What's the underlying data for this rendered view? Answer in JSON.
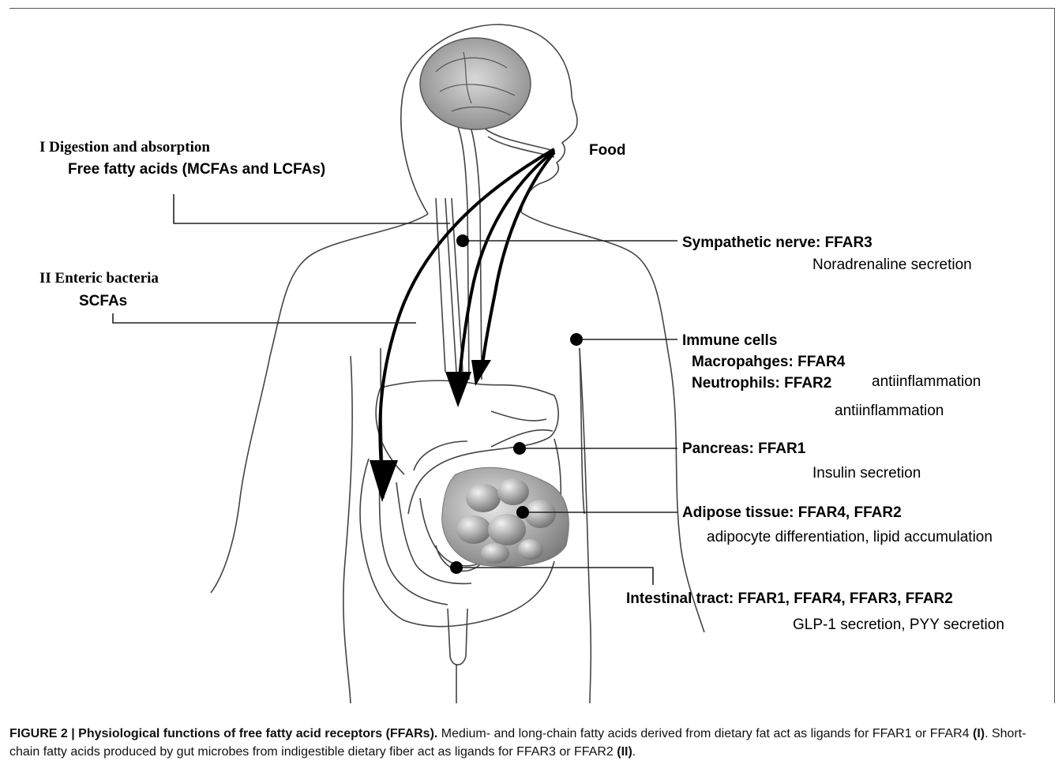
{
  "labels": {
    "digestion_title": "I Digestion and absorption",
    "digestion_sub": "Free fatty acids (MCFAs and LCFAs)",
    "enteric_title": "II Enteric bacteria",
    "enteric_sub": "SCFAs",
    "food": "Food",
    "sympathetic_title": "Sympathetic nerve: FFAR3",
    "sympathetic_desc": "Noradrenaline secretion",
    "immune_title": "Immune cells",
    "macrophages": "Macropahges: FFAR4",
    "macrophages_desc": "antiinflammation",
    "neutrophils": "Neutrophils: FFAR2",
    "neutrophils_desc": "antiinflammation",
    "pancreas_title": "Pancreas: FFAR1",
    "pancreas_desc": "Insulin secretion",
    "adipose_title": "Adipose tissue: FFAR4, FFAR2",
    "adipose_desc": "adipocyte differentiation, lipid accumulation",
    "intestinal_title": "Intestinal tract: FFAR1, FFAR4, FFAR3, FFAR2",
    "intestinal_desc": "GLP-1 secretion, PYY secretion"
  },
  "caption": {
    "title": "FIGURE 2 | Physiological functions of free fatty acid receptors (FFARs).",
    "text1": " Medium- and long-chain fatty acids derived from dietary fat act as ligands for FFAR1 or FFAR4 ",
    "ref1": "(I)",
    "text2": ". Short-chain fatty acids produced by gut microbes from indigestible dietary fiber act as ligands for FFAR3 or FFAR2 ",
    "ref2": "(II)",
    "text3": "."
  }
}
